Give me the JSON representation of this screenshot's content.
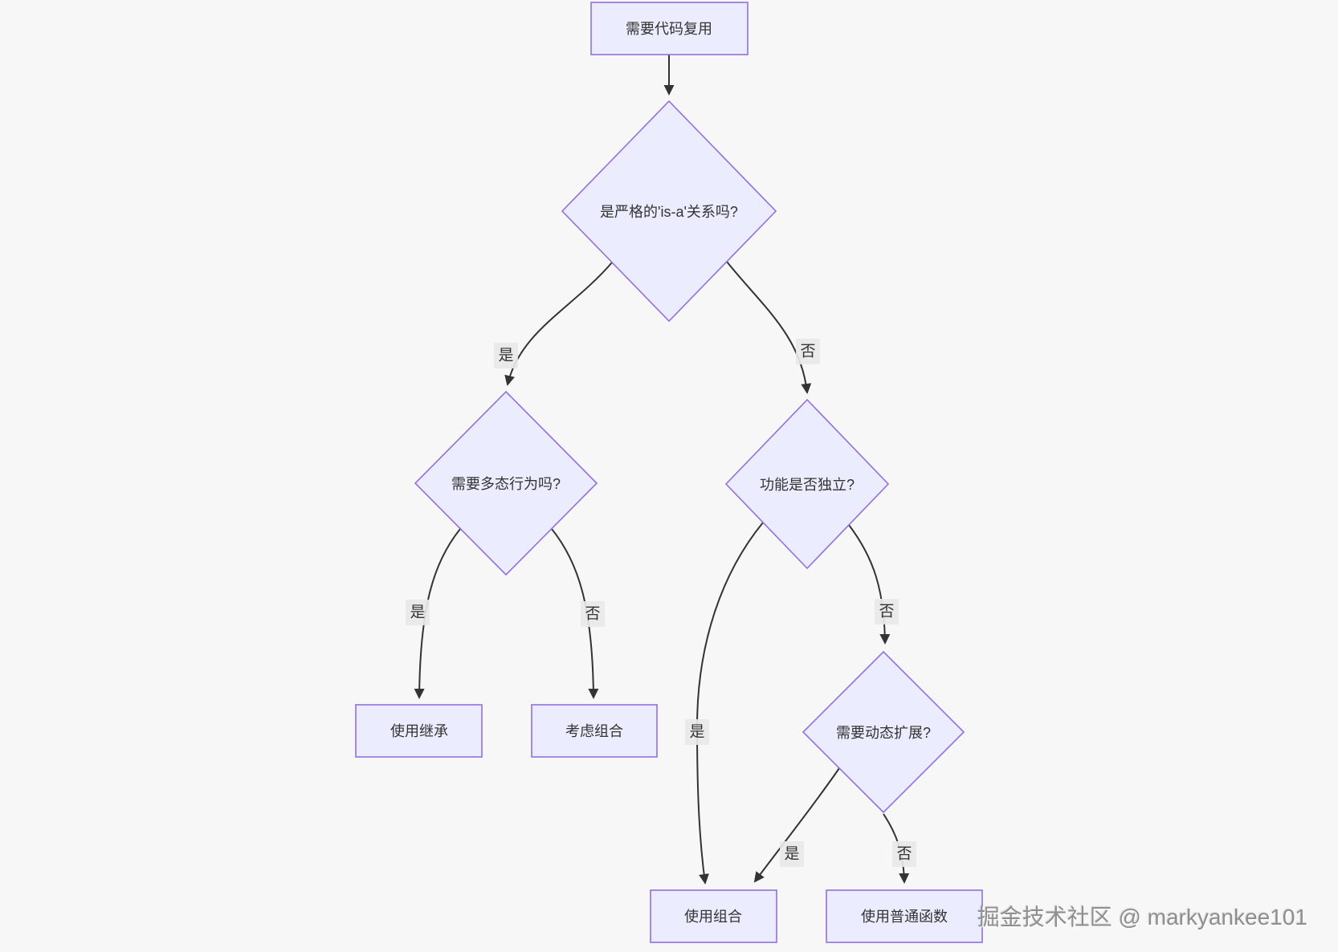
{
  "colors": {
    "background": "#f7f7f8",
    "node_fill": "#ececff",
    "node_border": "#9370db",
    "edge": "#333333",
    "edge_label_background": "#e8e8e8",
    "text": "#333333",
    "watermark": "#8f8f8f"
  },
  "flowchart": {
    "nodes": [
      {
        "id": "start",
        "type": "rect",
        "label": "需要代码复用"
      },
      {
        "id": "isa",
        "type": "diamond",
        "label": "是严格的'is-a'关系吗?"
      },
      {
        "id": "polymorphic",
        "type": "diamond",
        "label": "需要多态行为吗?"
      },
      {
        "id": "independent",
        "type": "diamond",
        "label": "功能是否独立?"
      },
      {
        "id": "dynamic",
        "type": "diamond",
        "label": "需要动态扩展?"
      },
      {
        "id": "use-inheritance",
        "type": "rect",
        "label": "使用继承"
      },
      {
        "id": "consider-composition",
        "type": "rect",
        "label": "考虑组合"
      },
      {
        "id": "use-composition",
        "type": "rect",
        "label": "使用组合"
      },
      {
        "id": "use-plain-function",
        "type": "rect",
        "label": "使用普通函数"
      }
    ],
    "edges": [
      {
        "from": "start",
        "to": "isa",
        "label": ""
      },
      {
        "from": "isa",
        "to": "polymorphic",
        "label": "是"
      },
      {
        "from": "isa",
        "to": "independent",
        "label": "否"
      },
      {
        "from": "polymorphic",
        "to": "use-inheritance",
        "label": "是"
      },
      {
        "from": "polymorphic",
        "to": "consider-composition",
        "label": "否"
      },
      {
        "from": "independent",
        "to": "use-composition",
        "label": "是"
      },
      {
        "from": "independent",
        "to": "dynamic",
        "label": "否"
      },
      {
        "from": "dynamic",
        "to": "use-composition",
        "label": "是"
      },
      {
        "from": "dynamic",
        "to": "use-plain-function",
        "label": "否"
      }
    ]
  },
  "watermark": {
    "text": "掘金技术社区 @ markyankee101"
  }
}
